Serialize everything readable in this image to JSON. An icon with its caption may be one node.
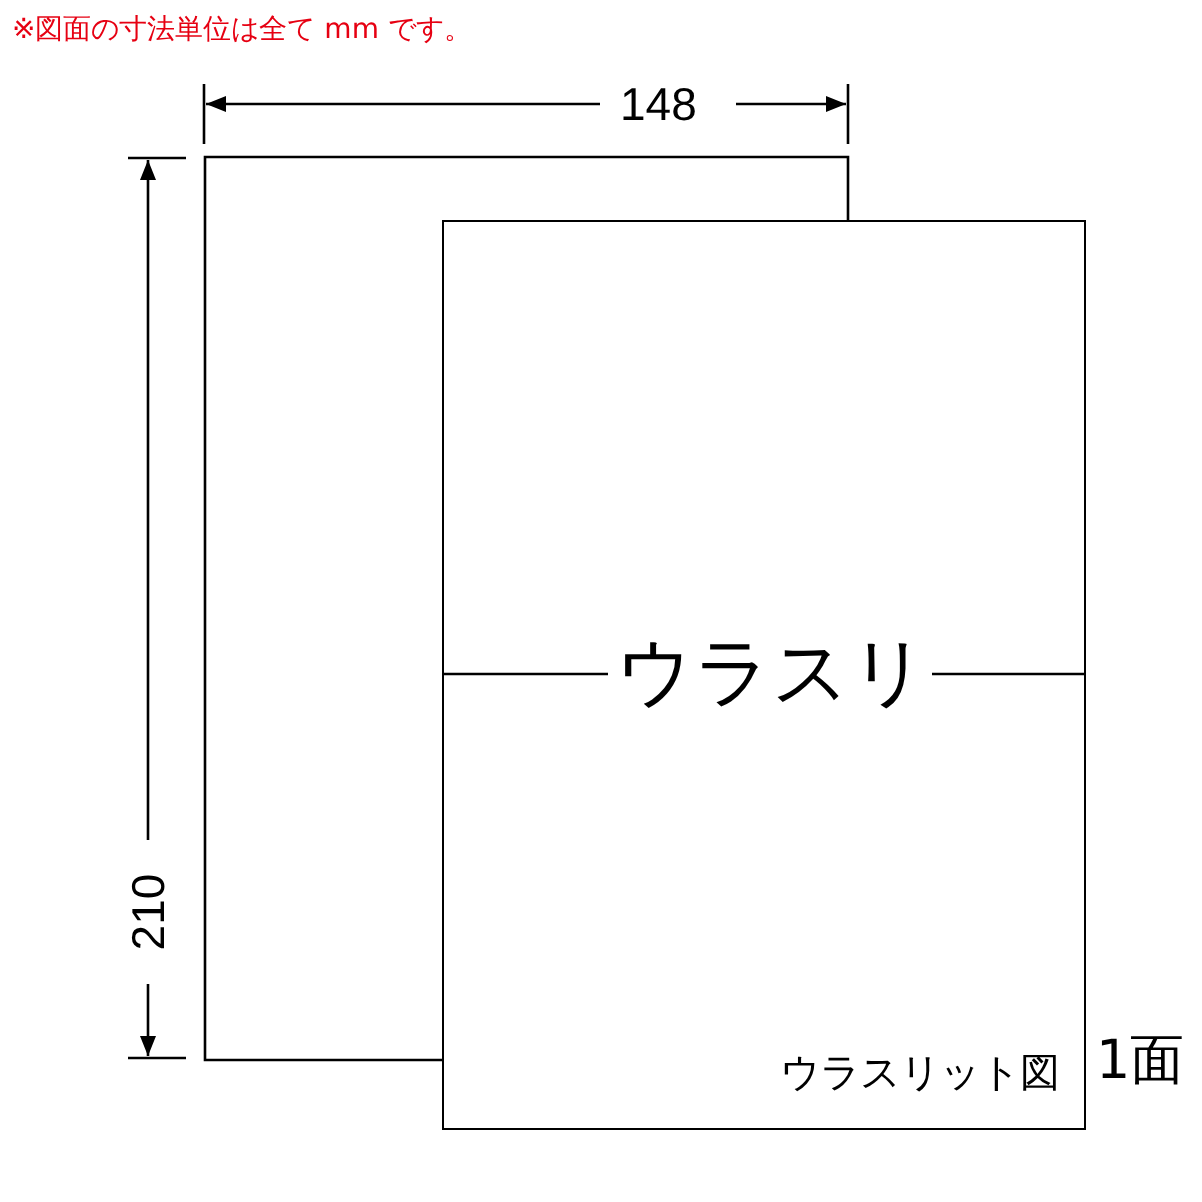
{
  "diagram": {
    "nodes": [
      {
        "text": [
          "ウラスリ",
          "ウラスリット図"
        ],
        "beside": [
          "1面"
        ]
      }
    ],
    "edges": [],
    "labels": [
      "※図面の寸法単位は全て mm です。",
      "148",
      "210"
    ]
  }
}
